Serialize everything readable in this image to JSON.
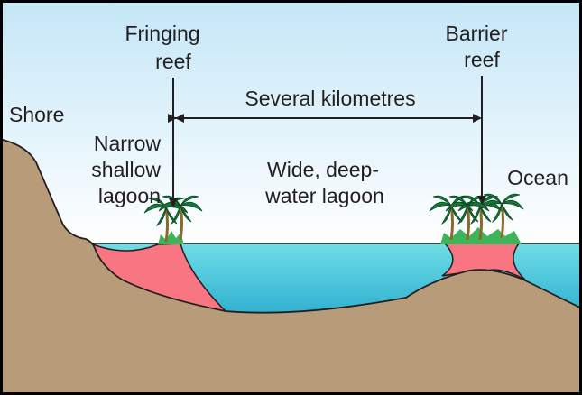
{
  "labels": {
    "fringing_reef": [
      "Fringing",
      "reef"
    ],
    "barrier_reef": [
      "Barrier",
      "reef"
    ],
    "distance": "Several kilometres",
    "shore": "Shore",
    "narrow_lagoon": [
      "Narrow",
      "shallow",
      "lagoon"
    ],
    "wide_lagoon": [
      "Wide, deep-",
      "water lagoon"
    ],
    "ocean": "Ocean"
  },
  "colors": {
    "land": "#b89b78",
    "reef": "#f87582",
    "water_top": "#6fdde6",
    "water_bottom": "#27aacd",
    "sky_top": "#c4e6f7",
    "palm_leaf": "#17733a",
    "grass": "#3cb55a"
  }
}
